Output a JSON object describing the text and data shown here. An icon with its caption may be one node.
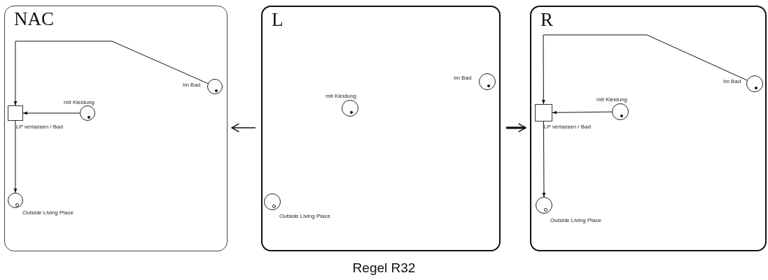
{
  "diagram": {
    "caption": "Regel R32",
    "nodes": [
      {
        "text": [
          "NAC"
        ]
      },
      {
        "text": [],
        "shape": "circle",
        "in": 0,
        "beside": [
          "Im Bad"
        ]
      },
      {
        "text": [],
        "shape": "circle",
        "in": 0,
        "beside": [
          "mit Kleidung"
        ]
      },
      {
        "text": [],
        "shape": "box",
        "in": 0,
        "beside": [
          "LP verlassen / Bad"
        ]
      },
      {
        "text": [],
        "shape": "circle",
        "in": 0,
        "beside": [
          "Outside Living Place"
        ]
      },
      {
        "text": [
          "L"
        ]
      },
      {
        "text": [],
        "shape": "circle",
        "in": 5,
        "beside": [
          "Im Bad"
        ]
      },
      {
        "text": [],
        "shape": "circle",
        "in": 5,
        "beside": [
          "mit Kleidung"
        ]
      },
      {
        "text": [],
        "shape": "circle",
        "in": 5,
        "beside": [
          "Outside Living Place"
        ]
      },
      {
        "text": [
          "R"
        ]
      },
      {
        "text": [],
        "shape": "circle",
        "in": 9,
        "beside": [
          "Im Bad"
        ]
      },
      {
        "text": [],
        "shape": "circle",
        "in": 9,
        "beside": [
          "mit Kleidung"
        ]
      },
      {
        "text": [],
        "shape": "box",
        "in": 9,
        "beside": [
          "LP verlassen / Bad"
        ]
      },
      {
        "text": [],
        "shape": "circle",
        "in": 9,
        "beside": [
          "Outside Living Place"
        ]
      }
    ],
    "edges": [
      {
        "from": 1,
        "to": 3,
        "arrow": "to"
      },
      {
        "from": 2,
        "to": 3,
        "arrow": "to"
      },
      {
        "from": 3,
        "to": 4,
        "arrow": "to"
      },
      {
        "from": 10,
        "to": 12,
        "arrow": "to"
      },
      {
        "from": 11,
        "to": 12,
        "arrow": "to"
      },
      {
        "from": 12,
        "to": 13,
        "arrow": "to"
      },
      {
        "from": 5,
        "to": 0,
        "arrow": "to"
      },
      {
        "from": 5,
        "to": 9,
        "arrow": "to",
        "style": "thick"
      }
    ]
  }
}
